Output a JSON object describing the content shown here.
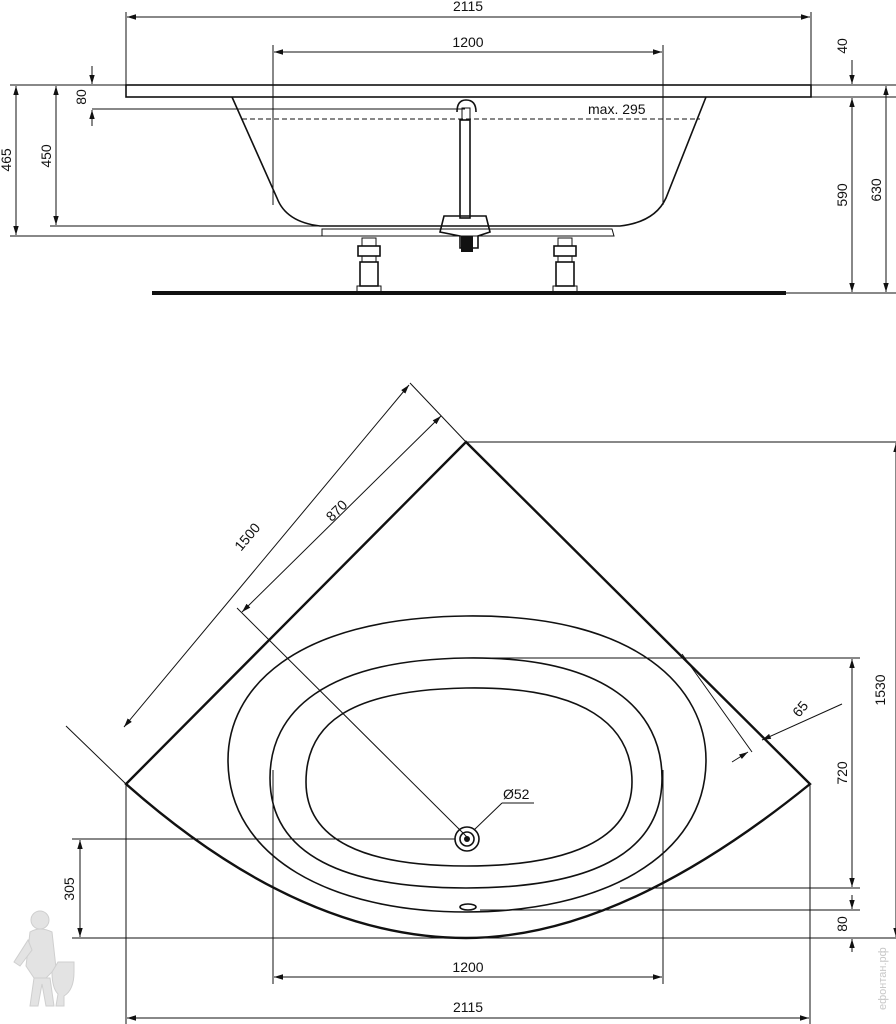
{
  "side_view": {
    "overall_width": "2115",
    "inner_width": "1200",
    "rim_height": "40",
    "overflow_depth": "80",
    "max_water": "max. 295",
    "depth_total": "465",
    "depth_inner": "450",
    "height_to_floor": "590",
    "height_total": "630"
  },
  "plan_view": {
    "diagonal_length": "1500",
    "diagonal_inner": "870",
    "rim_offset": "65",
    "basin_length": "720",
    "total_depth": "1530",
    "drain_diameter": "Ø52",
    "drain_offset": "305",
    "front_offset": "80",
    "inner_width": "1200",
    "overall_width": "2115"
  },
  "watermark": {
    "text": "ефонтан.рф",
    "icon": "plumber-mascot-icon"
  }
}
